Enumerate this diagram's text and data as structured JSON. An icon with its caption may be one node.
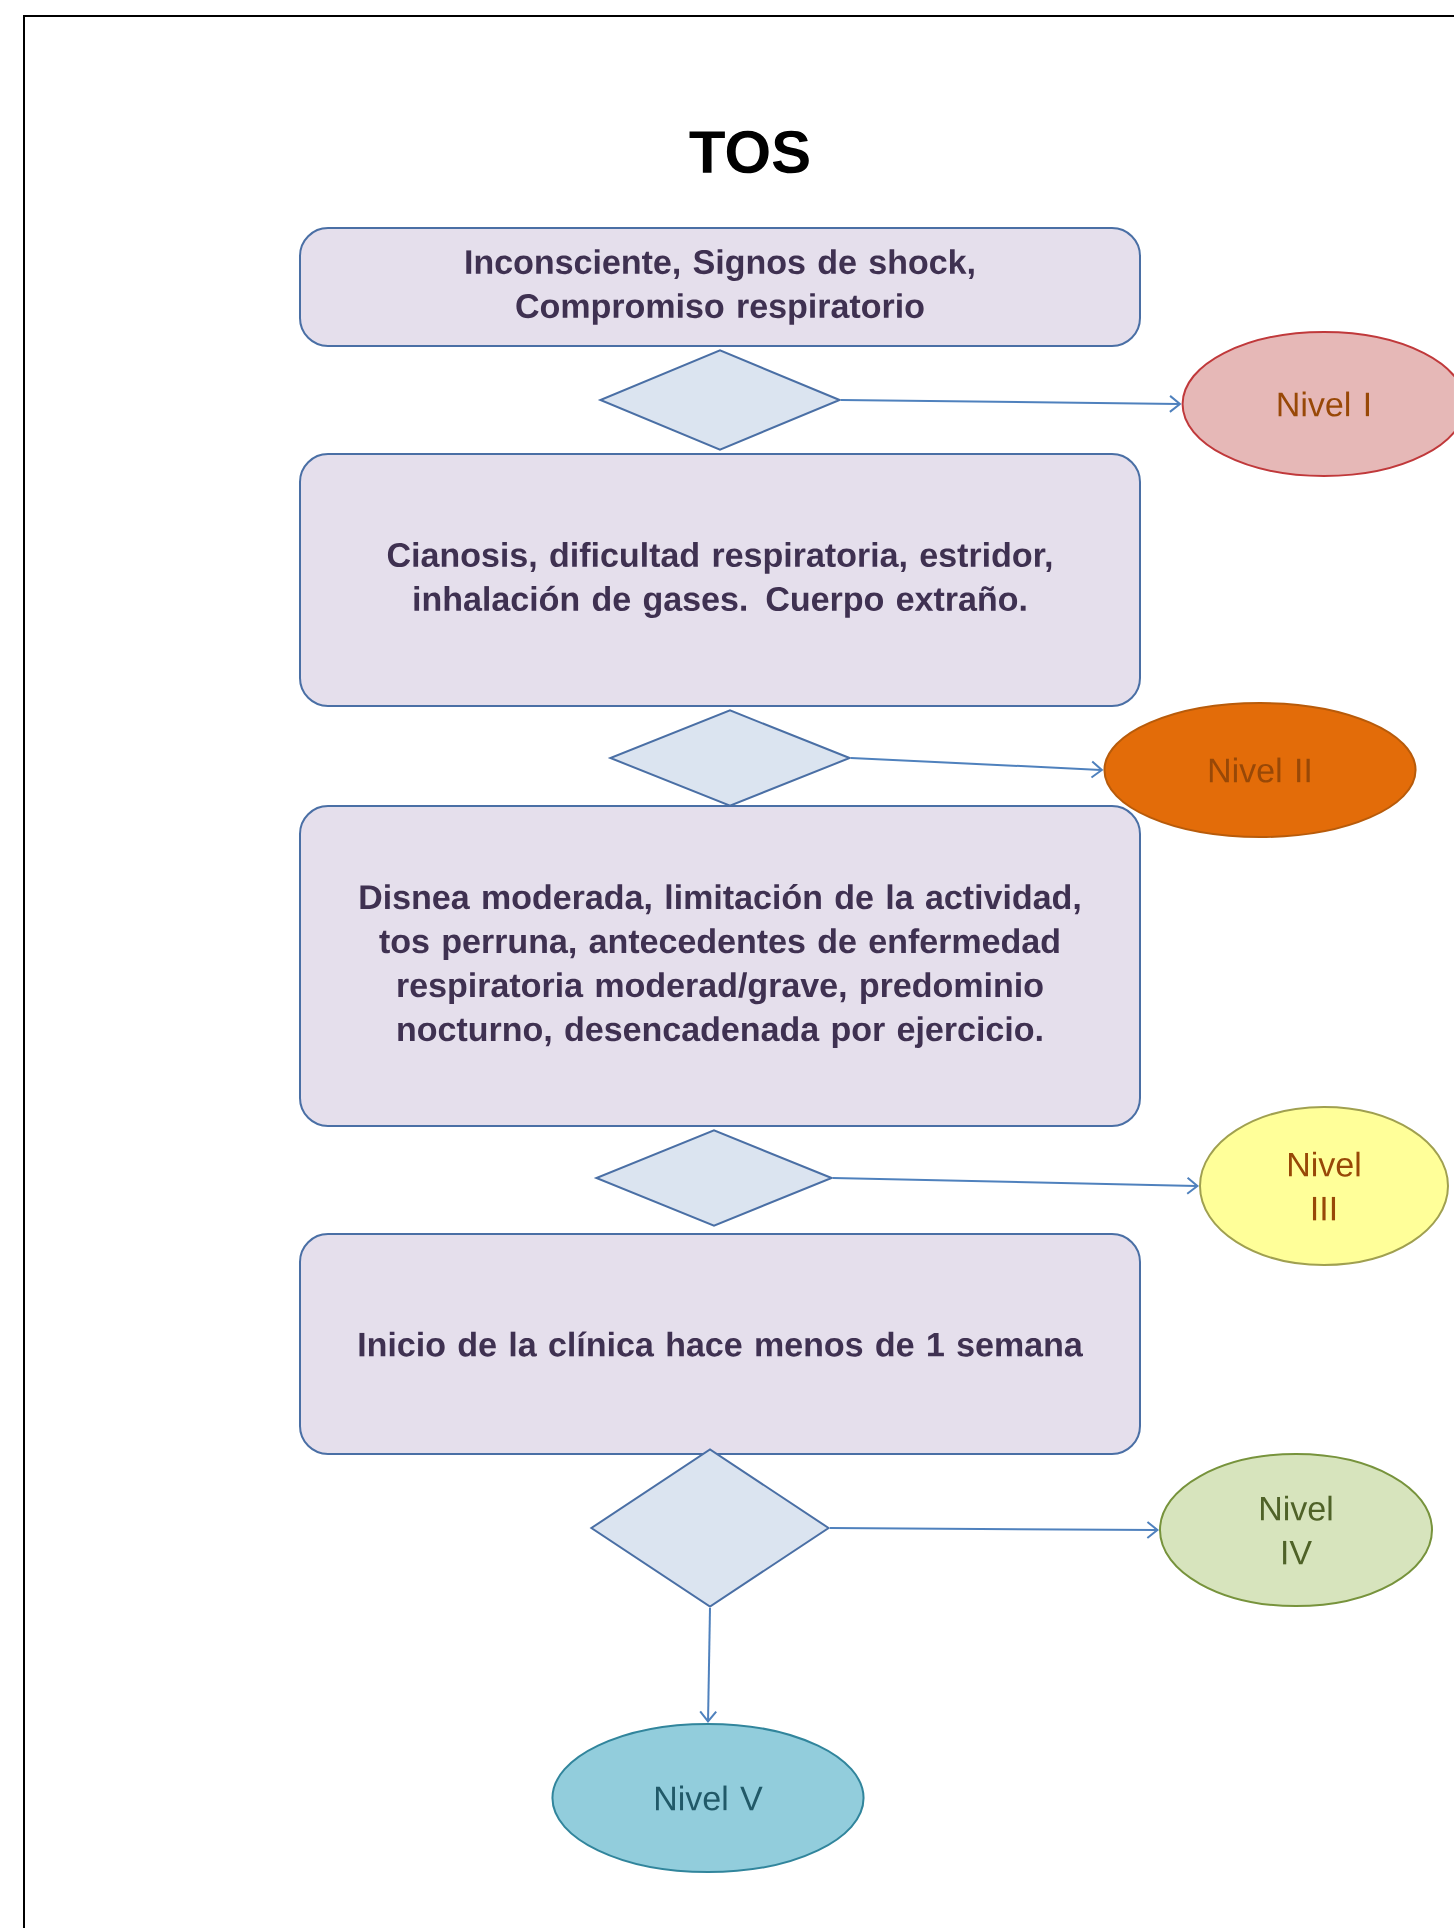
{
  "diagram": {
    "title": "TOS",
    "nodes": [
      {
        "text": [
          "Inconsciente, Signos de shock, Compromiso respiratorio"
        ]
      },
      {
        "text": [],
        "shape": "diamond"
      },
      {
        "text": [
          "Nivel I"
        ]
      },
      {
        "text": [
          "Cianosis, dificultad respiratoria, estridor, inhalación de gases. Cuerpo extraño."
        ]
      },
      {
        "text": [],
        "shape": "diamond"
      },
      {
        "text": [
          "Nivel II"
        ]
      },
      {
        "text": [
          "Disnea moderada, limitación de la actividad, tos perruna, antecedentes de enfermedad respiratoria moderad/grave, predominio nocturno, desencadenada por ejercicio."
        ]
      },
      {
        "text": [],
        "shape": "diamond"
      },
      {
        "text": [
          "Nivel III"
        ]
      },
      {
        "text": [
          "Inicio de la clínica hace menos de 1 semana"
        ]
      },
      {
        "text": [],
        "shape": "diamond"
      },
      {
        "text": [
          "Nivel IV"
        ]
      },
      {
        "text": [
          "Nivel V"
        ]
      }
    ],
    "edges": [
      {
        "from": 1,
        "to": 2,
        "arrow": "to"
      },
      {
        "from": 4,
        "to": 5,
        "arrow": "to"
      },
      {
        "from": 7,
        "to": 8,
        "arrow": "to"
      },
      {
        "from": 10,
        "to": 11,
        "arrow": "to"
      },
      {
        "from": 10,
        "to": 12,
        "arrow": "to"
      }
    ]
  }
}
